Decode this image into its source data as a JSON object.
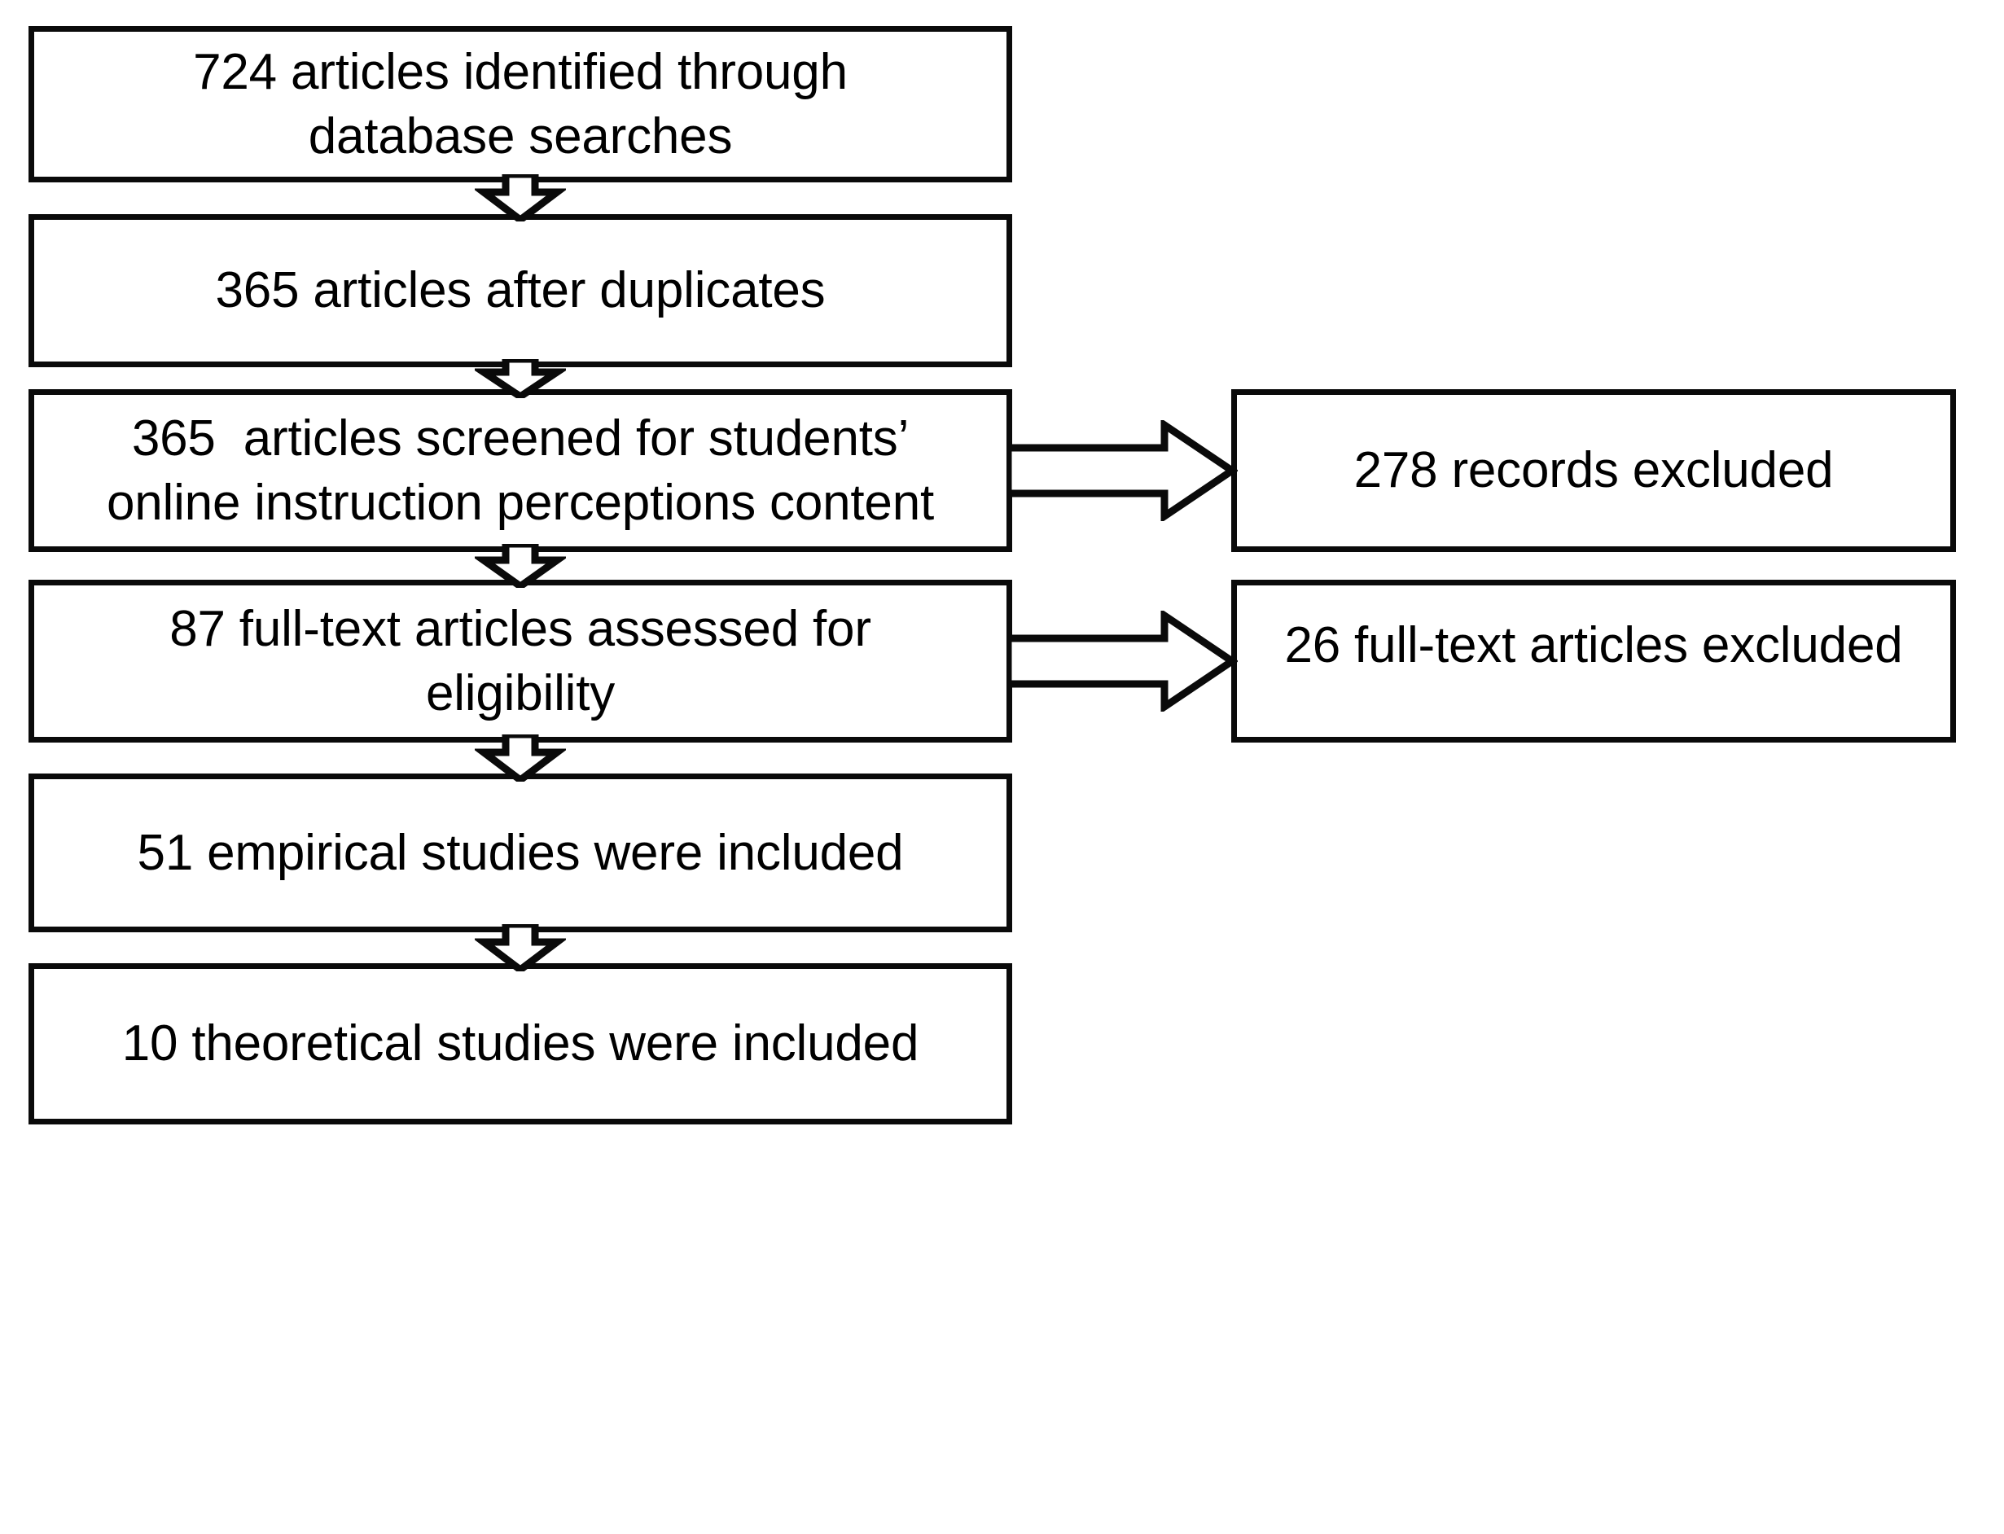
{
  "diagram": {
    "type": "prisma-flow-diagram",
    "title": "",
    "background_color": "#ffffff",
    "line_color": "#0a0a0a",
    "text_color": "#000000",
    "boxes": [
      {
        "id": "identified",
        "column": "left",
        "order": 1,
        "text": "724 articles identified through\ndatabase searches",
        "count": 724
      },
      {
        "id": "duplicates",
        "column": "left",
        "order": 2,
        "text": "365 articles after duplicates",
        "count": 365
      },
      {
        "id": "screened",
        "column": "left",
        "order": 3,
        "text": "365  articles screened for students’\nonline instruction perceptions content",
        "count": 365
      },
      {
        "id": "fulltext",
        "column": "left",
        "order": 4,
        "text": "87 full-text articles assessed for\neligibility",
        "count": 87
      },
      {
        "id": "empirical",
        "column": "left",
        "order": 5,
        "text": "51 empirical studies were included",
        "count": 51
      },
      {
        "id": "theoretical",
        "column": "left",
        "order": 6,
        "text": "10 theoretical studies were included",
        "count": 10
      },
      {
        "id": "records-excluded",
        "column": "right",
        "order": 1,
        "text": "278 records excluded",
        "count": 278
      },
      {
        "id": "fulltext-excluded",
        "column": "right",
        "order": 2,
        "text": "26 full-text articles excluded",
        "count": 26
      }
    ],
    "connectors": [
      {
        "id": "identified-to-duplicates",
        "direction": "down",
        "from": "identified",
        "to": "duplicates"
      },
      {
        "id": "duplicates-to-screened",
        "direction": "down",
        "from": "duplicates",
        "to": "screened"
      },
      {
        "id": "screened-to-fulltext",
        "direction": "down",
        "from": "screened",
        "to": "fulltext"
      },
      {
        "id": "fulltext-to-empirical",
        "direction": "down",
        "from": "fulltext",
        "to": "empirical"
      },
      {
        "id": "empirical-to-theoretical",
        "direction": "down",
        "from": "empirical",
        "to": "theoretical"
      },
      {
        "id": "screened-to-excluded",
        "direction": "right",
        "from": "screened",
        "to": "records-excluded"
      },
      {
        "id": "fulltext-to-excluded",
        "direction": "right",
        "from": "fulltext",
        "to": "fulltext-excluded"
      }
    ]
  }
}
